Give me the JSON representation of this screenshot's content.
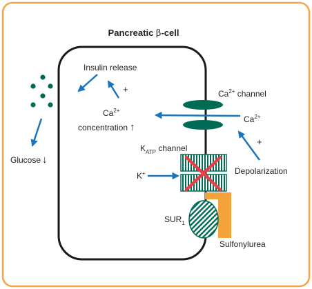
{
  "title": {
    "text": "Pancreatic ",
    "beta": "β",
    "rest": "-cell"
  },
  "labels": {
    "insulin_release": "Insulin release",
    "ca_conc_ion": "Ca",
    "ca_conc_sup": "2+",
    "ca_conc_word": "concentration",
    "glucose": "Glucose",
    "down_arrow": "↓",
    "up_arrow": "↑",
    "ca_channel_ion": "Ca",
    "ca_channel_sup": "2+",
    "ca_channel_word": " channel",
    "ca_out_ion": "Ca",
    "ca_out_sup": "2+",
    "katp_k": "K",
    "katp_sub": "ATP",
    "katp_word": " channel",
    "k_ion": "K",
    "k_sup": "+",
    "depolarization": "Depolarization",
    "sur_main": "SUR",
    "sur_sub": "1",
    "sulfonylurea": "Sulfonylurea",
    "plus_insulin": "+",
    "plus_depol": "+"
  },
  "colors": {
    "frame": "#f5a44a",
    "green": "#006b54",
    "arrow_blue": "#1c75bc",
    "block_red": "#e8404b",
    "sulfonylurea_orange": "#f4a23c",
    "cell_outline": "#1a1a1a"
  }
}
